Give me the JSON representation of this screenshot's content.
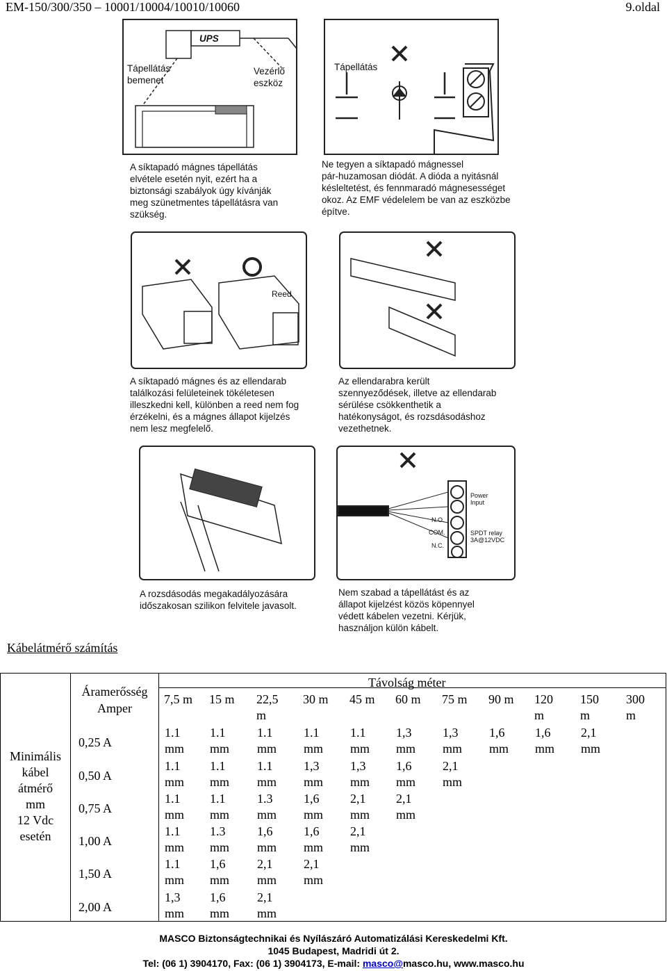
{
  "header": {
    "doc_code": "EM-150/300/350 – 10001/10004/10010/10060",
    "page": "9.oldal"
  },
  "figures": {
    "ups_label": "UPS",
    "power_input_label": "Tápellátás\nbemenet",
    "controller_label": "Vezérlő\neszköz",
    "power_label": "Tápellátás",
    "caption_1": "A síktapadó mágnes tápellátás\nelvétele esetén nyit, ezért ha a\nbiztonsági szabályok úgy kívánják\nmeg szünetmentes tápellátásra van\nszükség.",
    "caption_2": "Ne tegyen a síktapadó mágnessel\npár-huzamosan diódát. A dióda a nyitásnál\nkésleltetést, és fennmaradó mágnesességet\nokoz. Az EMF védelelem be van az eszközbe\népítve.",
    "reed_label": "Reed",
    "caption_3": "A síktapadó mágnes és az ellendarab\ntalálkozási felületeinek tökéletesen\nilleszkedni kell, különben a reed nem fog\nérzékelni, és a mágnes állapot kijelzés\nnem lesz megfelelő.",
    "caption_4": "Az ellendarabra került\nszennyeződések, illetve az ellendarab\nsérülése csökkenthetik a\nhatékonyságot, és rozsdásodáshoz\nvezethetnek.",
    "power_input_terminal": "Power\nInput",
    "no_label": "N.O.",
    "com_label": "COM.",
    "nc_label": "N.C.",
    "relay_label": "SPDT relay\n3A@12VDC",
    "caption_5": "A rozsdásodás megakadályozására\nidőszakosan szilikon felvitele javasolt.",
    "caption_6": "Nem szabad a tápellátást és az\nállapot kijelzést közös köpennyel\nvédett kábelen vezetni. Kérjük,\nhasználjon külön kábelt."
  },
  "section_title": "Kábelátmérő számítás",
  "table": {
    "row_header": "Minimális\nkábel\nátmérő\nmm\n12 Vdc\nesetén",
    "current_header": "Áramerősség\nAmper",
    "distance_header": "Távolság méter",
    "distances": [
      "7,5 m",
      "15 m",
      "22,5\nm",
      "30 m",
      "45 m",
      "60 m",
      "75 m",
      "90 m",
      "120\nm",
      "150\nm",
      "300\nm"
    ],
    "currents": [
      "0,25 A",
      "0,50 A",
      "0,75 A",
      "1,00 A",
      "1,50 A",
      "2,00 A"
    ],
    "rows": [
      [
        "1.1\nmm",
        "1.1\nmm",
        "1.1\nmm",
        "1.1\nmm",
        "1.1\nmm",
        "1,3\nmm",
        "1,3\nmm",
        "1,6\nmm",
        "1,6\nmm",
        "2,1\nmm"
      ],
      [
        "1.1\nmm",
        "1.1\nmm",
        "1.1\nmm",
        "1,3\nmm",
        "1,3\nmm",
        "1,6\nmm",
        "2,1\nmm"
      ],
      [
        "1.1\nmm",
        "1.1\nmm",
        "1.3\nmm",
        "1,6\nmm",
        "2,1\nmm",
        "2,1\nmm"
      ],
      [
        "1.1\nmm",
        "1.3\nmm",
        "1,6\nmm",
        "1,6\nmm",
        "2,1\nmm"
      ],
      [
        "1.1\nmm",
        "1,6\nmm",
        "2,1\nmm",
        "2,1\nmm"
      ],
      [
        "1,3\nmm",
        "1,6\nmm",
        "2,1\nmm"
      ]
    ]
  },
  "footer": {
    "company": "MASCO Biztonságtechnikai és Nyílászáró Automatizálási Kereskedelmi Kft.",
    "address": "1045 Budapest, Madridi út 2.",
    "contact_prefix": "Tel: (06 1) 3904170, Fax: (06 1) 3904173, E-mail: ",
    "email_link": "masco@",
    "contact_suffix": "masco.hu, www.masco.hu"
  }
}
